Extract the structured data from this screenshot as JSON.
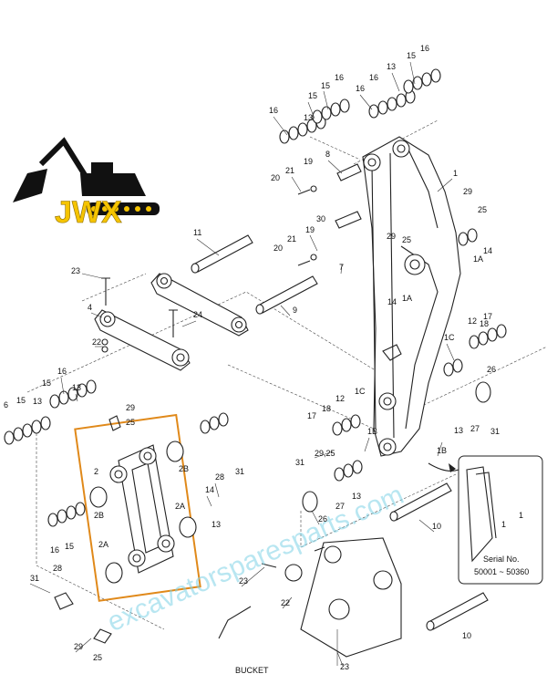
{
  "watermark": "excavatorsparesparts.com",
  "logo": {
    "text": "JWX",
    "icon": "excavator-icon"
  },
  "inset": {
    "caption_line1": "Serial No.",
    "caption_line2": "50001 ~ 50360",
    "label": "1"
  },
  "bucket_label": "BUCKET",
  "callouts": [
    {
      "id": "c1",
      "text": "15"
    },
    {
      "id": "c2",
      "text": "16"
    },
    {
      "id": "c3",
      "text": "13"
    },
    {
      "id": "c4",
      "text": "16"
    },
    {
      "id": "c5",
      "text": "15"
    },
    {
      "id": "c6",
      "text": "16"
    },
    {
      "id": "c7",
      "text": "13"
    },
    {
      "id": "c8",
      "text": "16"
    },
    {
      "id": "c9",
      "text": "15"
    },
    {
      "id": "c10",
      "text": "16"
    },
    {
      "id": "c11",
      "text": "8"
    },
    {
      "id": "c12",
      "text": "1"
    },
    {
      "id": "c13",
      "text": "21"
    },
    {
      "id": "c14",
      "text": "19"
    },
    {
      "id": "c15",
      "text": "20"
    },
    {
      "id": "c16",
      "text": "29"
    },
    {
      "id": "c17",
      "text": "25"
    },
    {
      "id": "c18",
      "text": "11"
    },
    {
      "id": "c19",
      "text": "19"
    },
    {
      "id": "c20",
      "text": "30"
    },
    {
      "id": "c21",
      "text": "21"
    },
    {
      "id": "c22",
      "text": "20"
    },
    {
      "id": "c23",
      "text": "7"
    },
    {
      "id": "c24",
      "text": "29"
    },
    {
      "id": "c25",
      "text": "25"
    },
    {
      "id": "c26",
      "text": "14"
    },
    {
      "id": "c27",
      "text": "1A"
    },
    {
      "id": "c28",
      "text": "23"
    },
    {
      "id": "c29",
      "text": "14"
    },
    {
      "id": "c30",
      "text": "1A"
    },
    {
      "id": "c31",
      "text": "4"
    },
    {
      "id": "c32",
      "text": "24"
    },
    {
      "id": "c33",
      "text": "9"
    },
    {
      "id": "c34",
      "text": "22"
    },
    {
      "id": "c35",
      "text": "1C"
    },
    {
      "id": "c36",
      "text": "12"
    },
    {
      "id": "c37",
      "text": "18"
    },
    {
      "id": "c38",
      "text": "17"
    },
    {
      "id": "c39",
      "text": "15"
    },
    {
      "id": "c40",
      "text": "16"
    },
    {
      "id": "c41",
      "text": "13"
    },
    {
      "id": "c42",
      "text": "6"
    },
    {
      "id": "c43",
      "text": "15"
    },
    {
      "id": "c44",
      "text": "13"
    },
    {
      "id": "c45",
      "text": "26"
    },
    {
      "id": "c46",
      "text": "29"
    },
    {
      "id": "c47",
      "text": "25"
    },
    {
      "id": "c48",
      "text": "12"
    },
    {
      "id": "c49",
      "text": "1C"
    },
    {
      "id": "c50",
      "text": "17"
    },
    {
      "id": "c51",
      "text": "18"
    },
    {
      "id": "c52",
      "text": "13"
    },
    {
      "id": "c53",
      "text": "27"
    },
    {
      "id": "c54",
      "text": "31"
    },
    {
      "id": "c55",
      "text": "2"
    },
    {
      "id": "c56",
      "text": "2B"
    },
    {
      "id": "c57",
      "text": "29,25"
    },
    {
      "id": "c58",
      "text": "1B"
    },
    {
      "id": "c59",
      "text": "1B"
    },
    {
      "id": "c60",
      "text": "2B"
    },
    {
      "id": "c61",
      "text": "28"
    },
    {
      "id": "c62",
      "text": "31"
    },
    {
      "id": "c63",
      "text": "31"
    },
    {
      "id": "c64",
      "text": "14"
    },
    {
      "id": "c65",
      "text": "27"
    },
    {
      "id": "c66",
      "text": "13"
    },
    {
      "id": "c67",
      "text": "13"
    },
    {
      "id": "c68",
      "text": "2A"
    },
    {
      "id": "c69",
      "text": "26"
    },
    {
      "id": "c70",
      "text": "10"
    },
    {
      "id": "c71",
      "text": "1"
    },
    {
      "id": "c72",
      "text": "2A"
    },
    {
      "id": "c73",
      "text": "16"
    },
    {
      "id": "c74",
      "text": "15"
    },
    {
      "id": "c75",
      "text": "23"
    },
    {
      "id": "c76",
      "text": "22"
    },
    {
      "id": "c77",
      "text": "28"
    },
    {
      "id": "c78",
      "text": "31"
    },
    {
      "id": "c79",
      "text": "10"
    },
    {
      "id": "c80",
      "text": "23"
    },
    {
      "id": "c81",
      "text": "29"
    },
    {
      "id": "c82",
      "text": "25"
    }
  ]
}
